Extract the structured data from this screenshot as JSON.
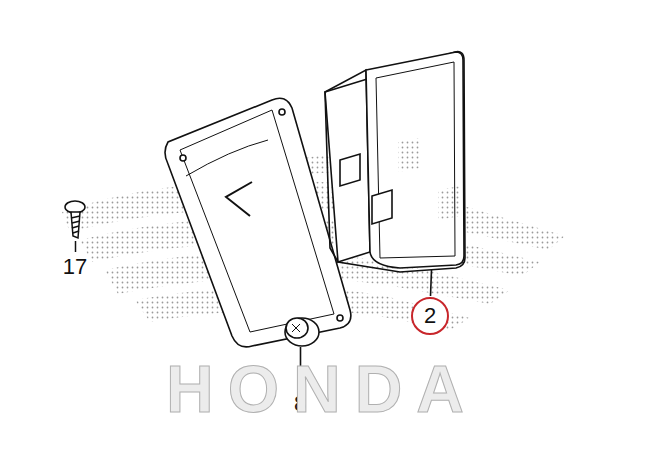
{
  "diagram": {
    "nodes": [
      {
        "text": [
          "2"
        ]
      }
    ],
    "labels": [
      "17",
      "8",
      "HONDA"
    ]
  }
}
